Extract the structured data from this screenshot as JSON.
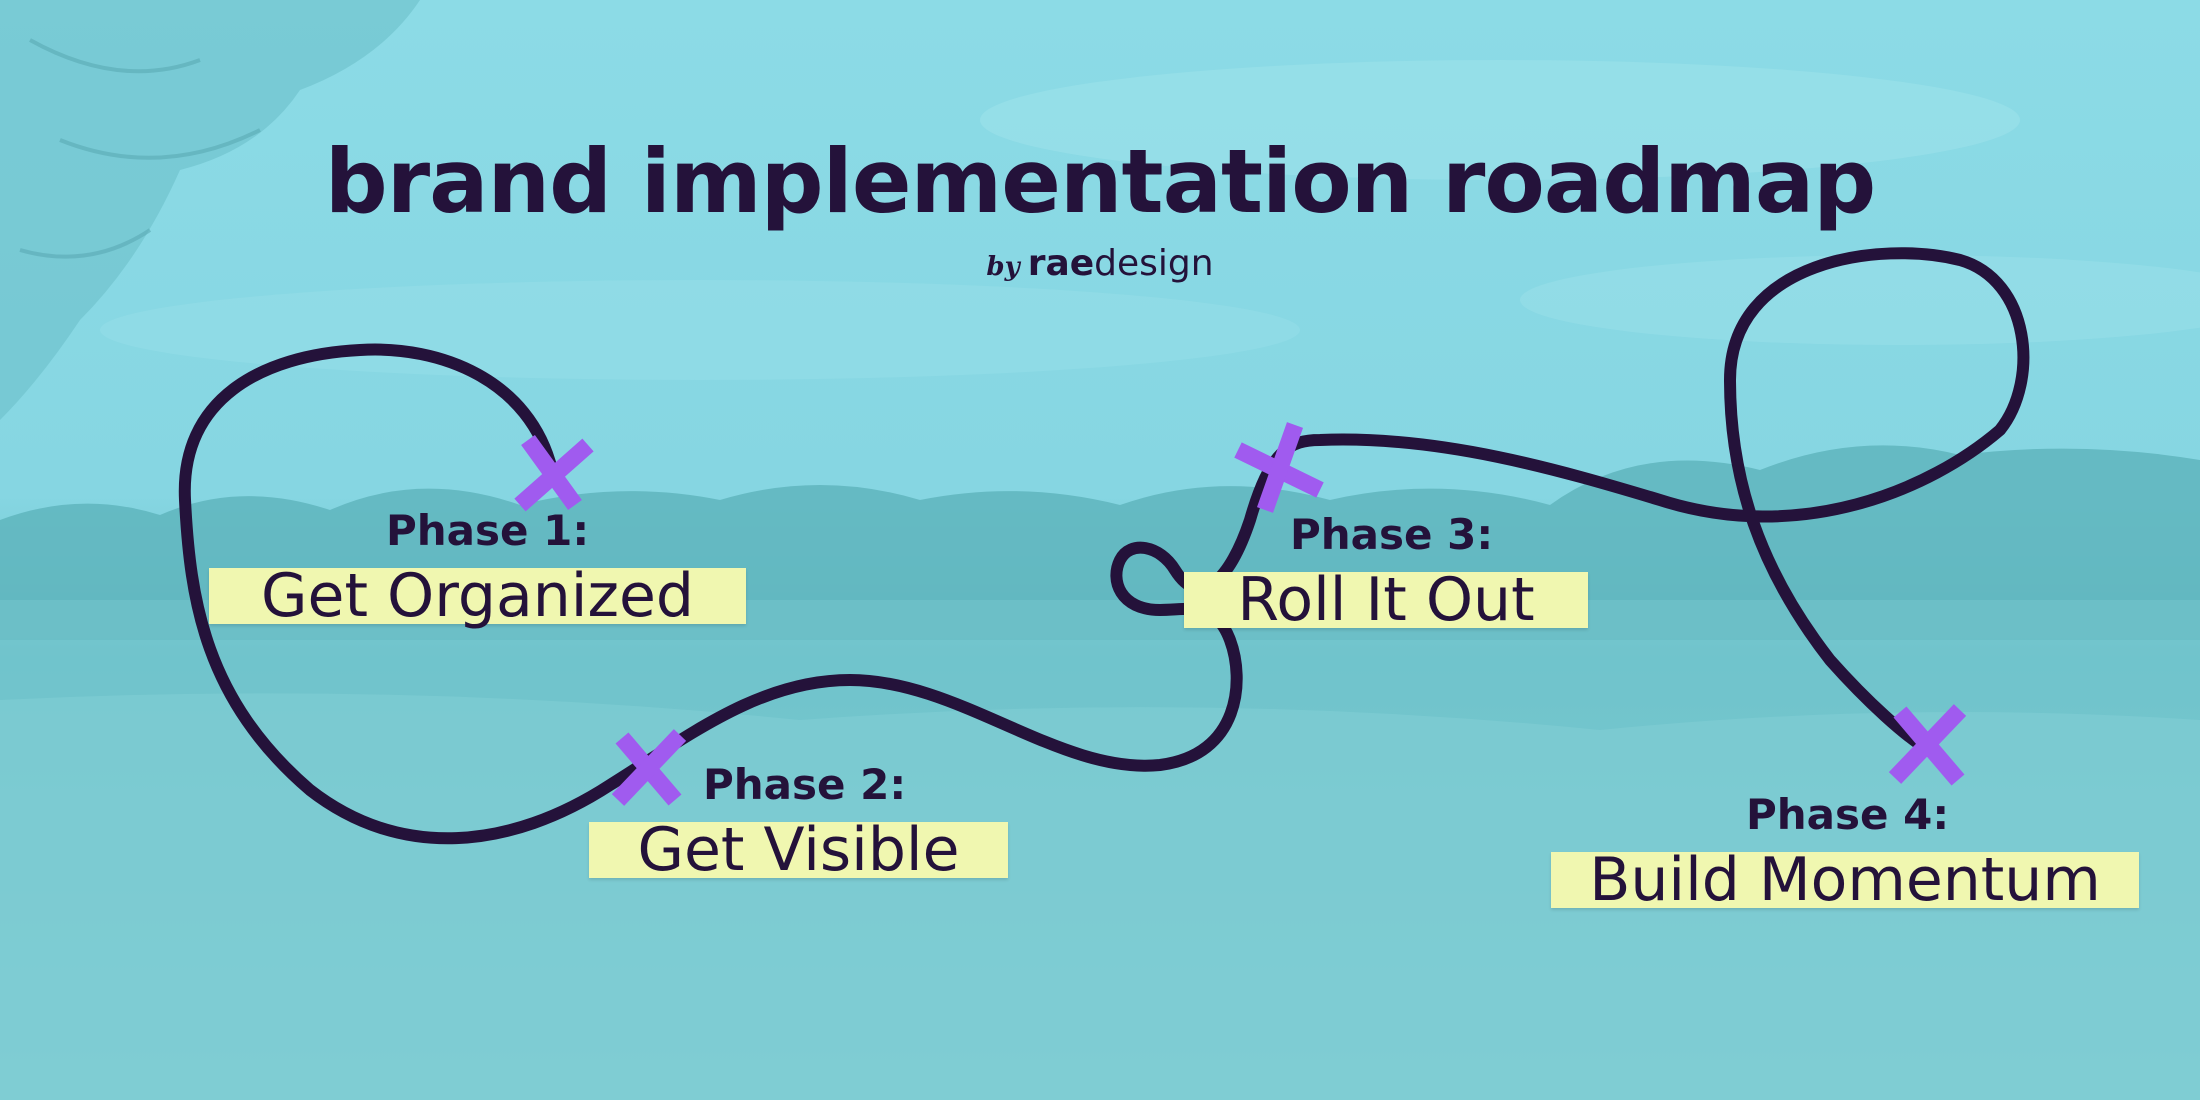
{
  "title": "brand implementation roadmap",
  "byline": {
    "by": "by",
    "brand_bold": "rae",
    "brand_light": "design"
  },
  "phases": [
    {
      "label": "Phase 1:",
      "name": "Get Organized"
    },
    {
      "label": "Phase 2:",
      "name": "Get Visible"
    },
    {
      "label": "Phase 3:",
      "name": "Roll It Out"
    },
    {
      "label": "Phase 4:",
      "name": "Build Momentum"
    }
  ],
  "colors": {
    "background": "#7fd3dd",
    "path": "#24123a",
    "marker": "#a05bef",
    "highlight": "#f0f7b0",
    "text": "#24123a"
  },
  "icons": {
    "marker": "x-mark-icon"
  }
}
